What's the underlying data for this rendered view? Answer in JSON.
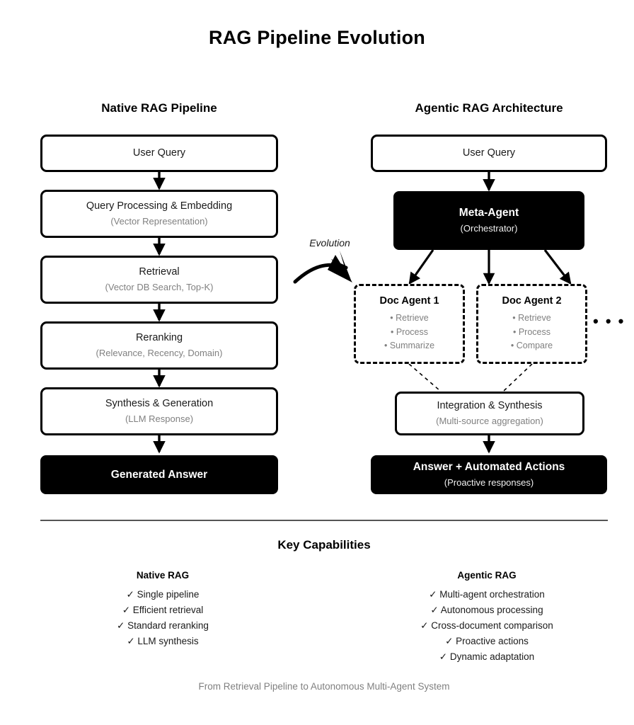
{
  "title": "RAG Pipeline Evolution",
  "columns": {
    "left": {
      "heading": "Native RAG Pipeline",
      "nodes": [
        {
          "title": "User Query",
          "subtitle": "",
          "style": "outline"
        },
        {
          "title": "Query Processing & Embedding",
          "subtitle": "(Vector Representation)",
          "style": "outline"
        },
        {
          "title": "Retrieval",
          "subtitle": "(Vector DB Search, Top-K)",
          "style": "outline"
        },
        {
          "title": "Reranking",
          "subtitle": "(Relevance, Recency, Domain)",
          "style": "outline"
        },
        {
          "title": "Synthesis & Generation",
          "subtitle": "(LLM Response)",
          "style": "outline"
        },
        {
          "title": "Generated Answer",
          "subtitle": "",
          "style": "solid"
        }
      ]
    },
    "right": {
      "heading": "Agentic RAG Architecture",
      "user_query": {
        "title": "User Query",
        "subtitle": "",
        "style": "outline"
      },
      "meta_agent": {
        "title": "Meta-Agent",
        "subtitle": "(Orchestrator)",
        "style": "solid"
      },
      "agents": [
        {
          "title": "Doc Agent 1",
          "bullets": [
            "• Retrieve",
            "• Process",
            "• Summarize"
          ]
        },
        {
          "title": "Doc Agent 2",
          "bullets": [
            "• Retrieve",
            "• Process",
            "• Compare"
          ]
        }
      ],
      "agents_overflow": "• • •",
      "integration": {
        "title": "Integration & Synthesis",
        "subtitle": "(Multi-source aggregation)",
        "style": "outline"
      },
      "answer": {
        "title": "Answer + Automated Actions",
        "subtitle": "(Proactive responses)",
        "style": "solid"
      }
    }
  },
  "evolution_label": "Evolution",
  "capabilities": {
    "heading": "Key Capabilities",
    "left": {
      "heading": "Native RAG",
      "items": [
        "✓ Single pipeline",
        "✓ Efficient retrieval",
        "✓ Standard reranking",
        "✓ LLM synthesis"
      ]
    },
    "right": {
      "heading": "Agentic RAG",
      "items": [
        "✓ Multi-agent orchestration",
        "✓ Autonomous processing",
        "✓ Cross-document comparison",
        "✓ Proactive actions",
        "✓ Dynamic adaptation"
      ]
    }
  },
  "footer": "From Retrieval Pipeline to Autonomous Multi-Agent System",
  "colors": {
    "ink": "#000000",
    "muted": "#808080",
    "divider": "#555555",
    "background": "#ffffff"
  }
}
